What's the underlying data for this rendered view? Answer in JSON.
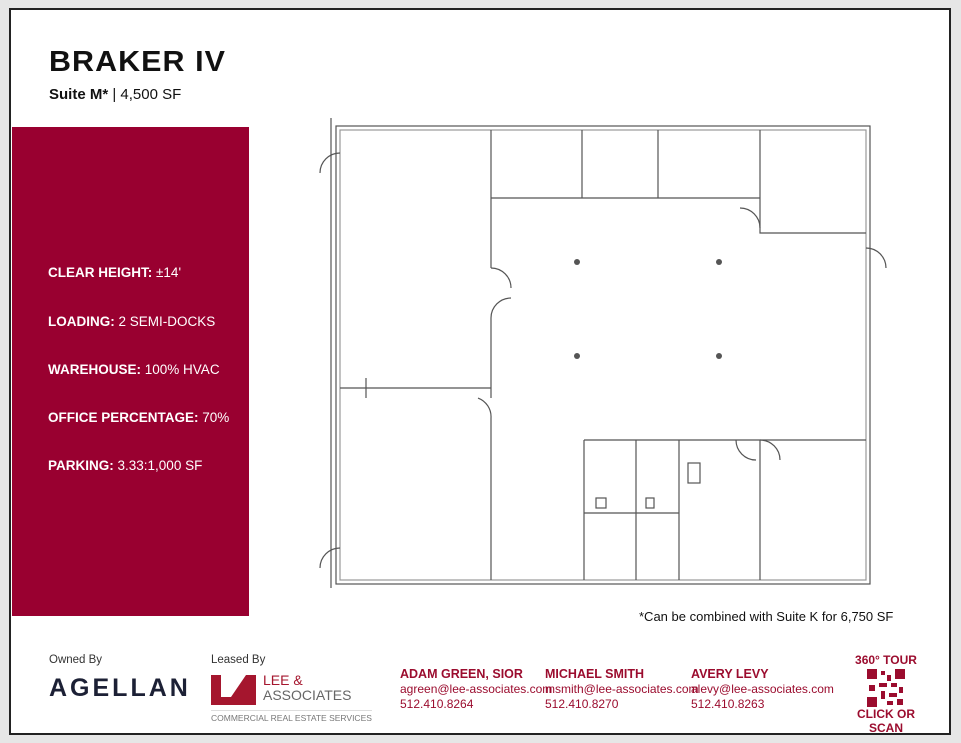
{
  "header": {
    "title": "BRAKER IV",
    "suite": "Suite M*",
    "size": "| 4,500 SF"
  },
  "specs": [
    {
      "label": "CLEAR HEIGHT:",
      "value": "±14'"
    },
    {
      "label": "LOADING:",
      "value": " 2 SEMI-DOCKS"
    },
    {
      "label": "WAREHOUSE:",
      "value": "100% HVAC"
    },
    {
      "label": "OFFICE PERCENTAGE:",
      "value": "70%"
    },
    {
      "label": "PARKING:",
      "value": "3.33:1,000 SF"
    }
  ],
  "note": "*Can be combined with Suite K for 6,750 SF",
  "owner": {
    "label": "Owned By",
    "name": "AGELLAN"
  },
  "leasing": {
    "label": "Leased By",
    "name_line1": "LEE &",
    "name_line2": "ASSOCIATES",
    "tagline": "COMMERCIAL REAL ESTATE SERVICES"
  },
  "contacts": [
    {
      "name": "ADAM GREEN, SIOR",
      "email": "agreen@lee-associates.com",
      "phone": "512.410.8264"
    },
    {
      "name": "MICHAEL SMITH",
      "email": "msmith@lee-associates.com",
      "phone": "512.410.8270"
    },
    {
      "name": "AVERY LEVY",
      "email": "alevy@lee-associates.com",
      "phone": "512.410.8263"
    }
  ],
  "tour": {
    "title": "360° TOUR",
    "cta": "CLICK OR SCAN"
  },
  "colors": {
    "brand": "#990030",
    "navy": "#1c2035"
  }
}
